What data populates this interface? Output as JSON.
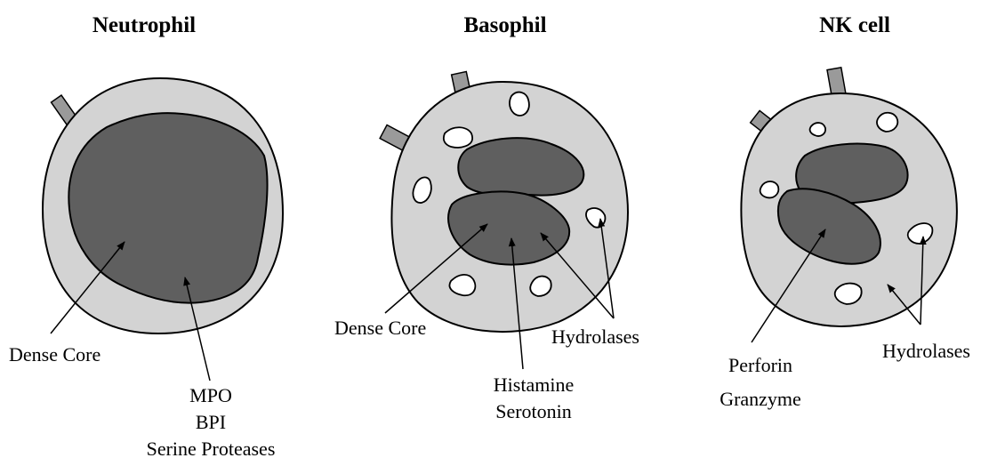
{
  "cells": {
    "neutrophil": {
      "title": "Neutrophil",
      "dense_core_label": "Dense Core",
      "contents": [
        "MPO",
        "BPI",
        "Serine Proteases"
      ]
    },
    "basophil": {
      "title": "Basophil",
      "dense_core_label": "Dense Core",
      "contents": [
        "Histamine",
        "Serotonin"
      ],
      "hydrolases_label": "Hydrolases"
    },
    "nk_cell": {
      "title": "NK cell",
      "contents": [
        "Perforin",
        "Granzyme"
      ],
      "hydrolases_label": "Hydrolases"
    }
  },
  "colors": {
    "cytoplasm": "#d3d3d3",
    "nucleus": "#5f5f5f",
    "granule": "#ffffff",
    "receptor": "#9a9a9a"
  }
}
